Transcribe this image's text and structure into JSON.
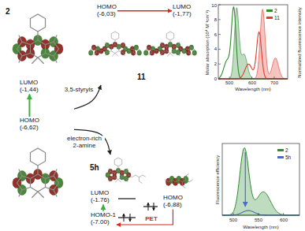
{
  "diagram": {
    "nodes": [
      {
        "text": [
          "2"
        ]
      },
      {
        "text": [
          "LUMO",
          "(-1,44)"
        ],
        "in": 0
      },
      {
        "text": [
          "HOMO",
          "(-6,62)"
        ],
        "in": 0
      },
      {
        "text": [
          "11"
        ]
      },
      {
        "text": [
          "HOMO",
          "(-6,03)"
        ],
        "in": 3
      },
      {
        "text": [
          "LUMO",
          "(-1,77)"
        ],
        "in": 3
      },
      {
        "text": [
          "5h"
        ]
      },
      {
        "text": [
          "LUMO",
          "(-1.76)"
        ],
        "in": 6
      },
      {
        "text": [
          "HOMO-1",
          "(-7.00)"
        ],
        "in": 6
      },
      {
        "text": [
          "HOMO",
          "(-6,88)"
        ],
        "in": 6
      }
    ],
    "edges": [
      {
        "from": 2,
        "to": 1,
        "arrow": "to"
      },
      {
        "from": 0,
        "to": 3,
        "label": "3,5-styryls",
        "arrow": "to"
      },
      {
        "from": 0,
        "to": 6,
        "label": "electron-rich 2-amine",
        "arrow": "to"
      },
      {
        "from": 4,
        "to": 5,
        "arrow": "to"
      },
      {
        "from": 9,
        "to": 8,
        "label": "PET",
        "arrow": "to"
      },
      {
        "from": 8,
        "to": 7,
        "arrow": "to"
      }
    ],
    "labels": [
      "Molar absorption (10⁴ M⁻¹cm⁻¹)",
      "Normalized fluorescence intensity",
      "Wavelength (nm)",
      "500",
      "600",
      "700",
      "0",
      "2",
      "4",
      "6",
      "8",
      "10",
      "Fluorescence efficiency",
      "Wavelength (nm)",
      "500",
      "550",
      "600"
    ],
    "legend": [
      {
        "text": "2",
        "color": "#2e8b2e"
      },
      {
        "text": "11",
        "color": "#e23b2e"
      },
      {
        "text": "2",
        "color": "#2e8b2e"
      },
      {
        "text": "5h",
        "color": "#4b6cc4"
      }
    ]
  }
}
